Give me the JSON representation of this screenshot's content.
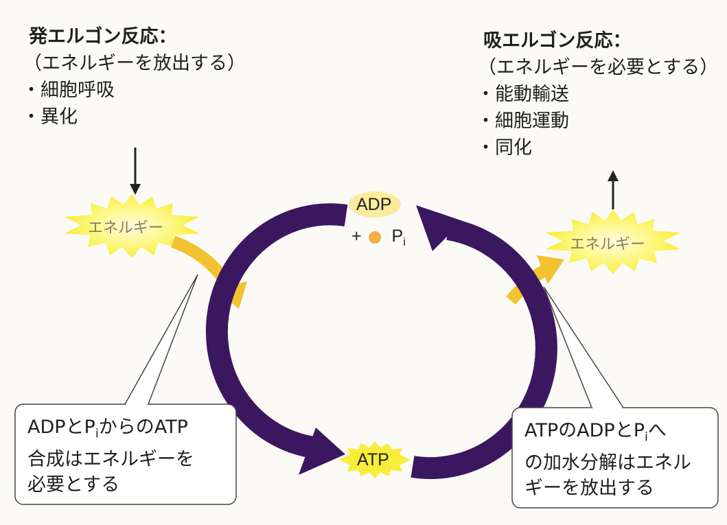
{
  "left_block": {
    "title": "発エルゴン反応：",
    "subtitle": "（エネルギーを放出する）",
    "items": [
      "細胞呼吸",
      "異化"
    ]
  },
  "right_block": {
    "title": "吸エルゴン反応：",
    "subtitle": "（エネルギーを必要とする）",
    "items": [
      "能動輸送",
      "細胞運動",
      "同化"
    ]
  },
  "energy_left": "エネルギー",
  "energy_right": "エネルギー",
  "adp": "ADP",
  "pi_prefix": "+",
  "pi_letter": "P",
  "pi_sub": "i",
  "atp": "ATP",
  "callout_left": {
    "line1_a": "ADPとP",
    "line1_sub": "i",
    "line1_b": "からのATP",
    "line2": "合成はエネルギーを",
    "line3": "必要とする"
  },
  "callout_right": {
    "line1_a": "ATPのADPとP",
    "line1_sub": "i",
    "line1_b": "へ",
    "line2": "の加水分解はエネル",
    "line3": "ギーを放出する"
  },
  "colors": {
    "cycle": "#3b1760",
    "energy_arrow": "#f2c230",
    "starburst": "#fbf33a",
    "adp_fill": "#fbeb9c",
    "pi_dot": "#f3ae47",
    "atp_fill": "#f6ee3a"
  }
}
